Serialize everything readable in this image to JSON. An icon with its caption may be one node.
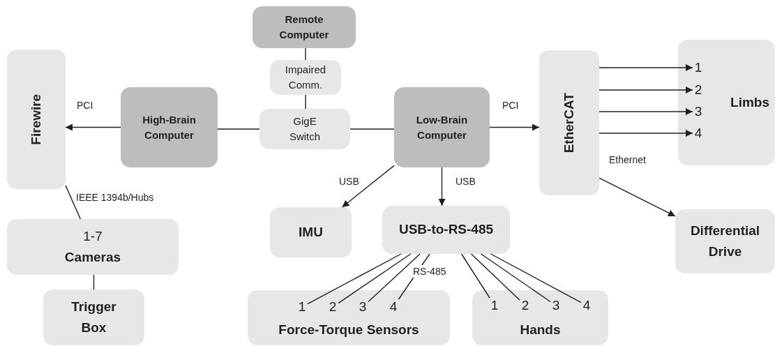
{
  "diagram": {
    "nodes": [
      {
        "text": [
          "Remote Computer"
        ]
      },
      {
        "text": [
          "Impaired Comm."
        ]
      },
      {
        "text": [
          "Firewire"
        ]
      },
      {
        "text": [
          "High-Brain Computer"
        ]
      },
      {
        "text": [
          "GigE Switch"
        ]
      },
      {
        "text": [
          "Low-Brain Computer"
        ]
      },
      {
        "text": [
          "EtherCAT"
        ]
      },
      {
        "text": [
          "Limbs"
        ]
      },
      {
        "text": [
          "1"
        ],
        "in": 7
      },
      {
        "text": [
          "2"
        ],
        "in": 7
      },
      {
        "text": [
          "3"
        ],
        "in": 7
      },
      {
        "text": [
          "4"
        ],
        "in": 7
      },
      {
        "text": [
          "IMU"
        ]
      },
      {
        "text": [
          "USB-to-RS-485"
        ]
      },
      {
        "text": [
          "1-7",
          "Cameras"
        ]
      },
      {
        "text": [
          "Trigger Box"
        ]
      },
      {
        "text": [
          "Differential Drive"
        ]
      },
      {
        "text": [
          "Force-Torque Sensors"
        ]
      },
      {
        "text": [
          "1"
        ],
        "in": 17
      },
      {
        "text": [
          "2"
        ],
        "in": 17
      },
      {
        "text": [
          "3"
        ],
        "in": 17
      },
      {
        "text": [
          "4"
        ],
        "in": 17
      },
      {
        "text": [
          "Hands"
        ]
      },
      {
        "text": [
          "1"
        ],
        "in": 22
      },
      {
        "text": [
          "2"
        ],
        "in": 22
      },
      {
        "text": [
          "3"
        ],
        "in": 22
      },
      {
        "text": [
          "4"
        ],
        "in": 22
      }
    ],
    "edges": [
      {
        "from": 0,
        "to": 1,
        "arrow": "none"
      },
      {
        "from": 1,
        "to": 4,
        "arrow": "none"
      },
      {
        "from": 3,
        "to": 2,
        "arrow": "to",
        "label": "PCI"
      },
      {
        "from": 3,
        "to": 4,
        "arrow": "none"
      },
      {
        "from": 4,
        "to": 5,
        "arrow": "none"
      },
      {
        "from": 5,
        "to": 6,
        "arrow": "to",
        "label": "PCI"
      },
      {
        "from": 6,
        "to": 8,
        "arrow": "to"
      },
      {
        "from": 6,
        "to": 9,
        "arrow": "to"
      },
      {
        "from": 6,
        "to": 10,
        "arrow": "to"
      },
      {
        "from": 6,
        "to": 11,
        "arrow": "to"
      },
      {
        "from": 6,
        "to": 16,
        "arrow": "to",
        "label": "Ethernet"
      },
      {
        "from": 5,
        "to": 12,
        "arrow": "to",
        "label": "USB"
      },
      {
        "from": 5,
        "to": 13,
        "arrow": "to",
        "label": "USB"
      },
      {
        "from": 2,
        "to": 14,
        "arrow": "none",
        "label": "IEEE 1394b/Hubs"
      },
      {
        "from": 14,
        "to": 15,
        "arrow": "none"
      },
      {
        "from": 13,
        "to": 18,
        "arrow": "none"
      },
      {
        "from": 13,
        "to": 19,
        "arrow": "none"
      },
      {
        "from": 13,
        "to": 20,
        "arrow": "none"
      },
      {
        "from": 13,
        "to": 21,
        "arrow": "none"
      },
      {
        "from": 13,
        "to": 23,
        "arrow": "none"
      },
      {
        "from": 13,
        "to": 24,
        "arrow": "none"
      },
      {
        "from": 13,
        "to": 25,
        "arrow": "none"
      },
      {
        "from": 13,
        "to": 26,
        "arrow": "none"
      }
    ],
    "labels": [
      "RS-485"
    ]
  }
}
